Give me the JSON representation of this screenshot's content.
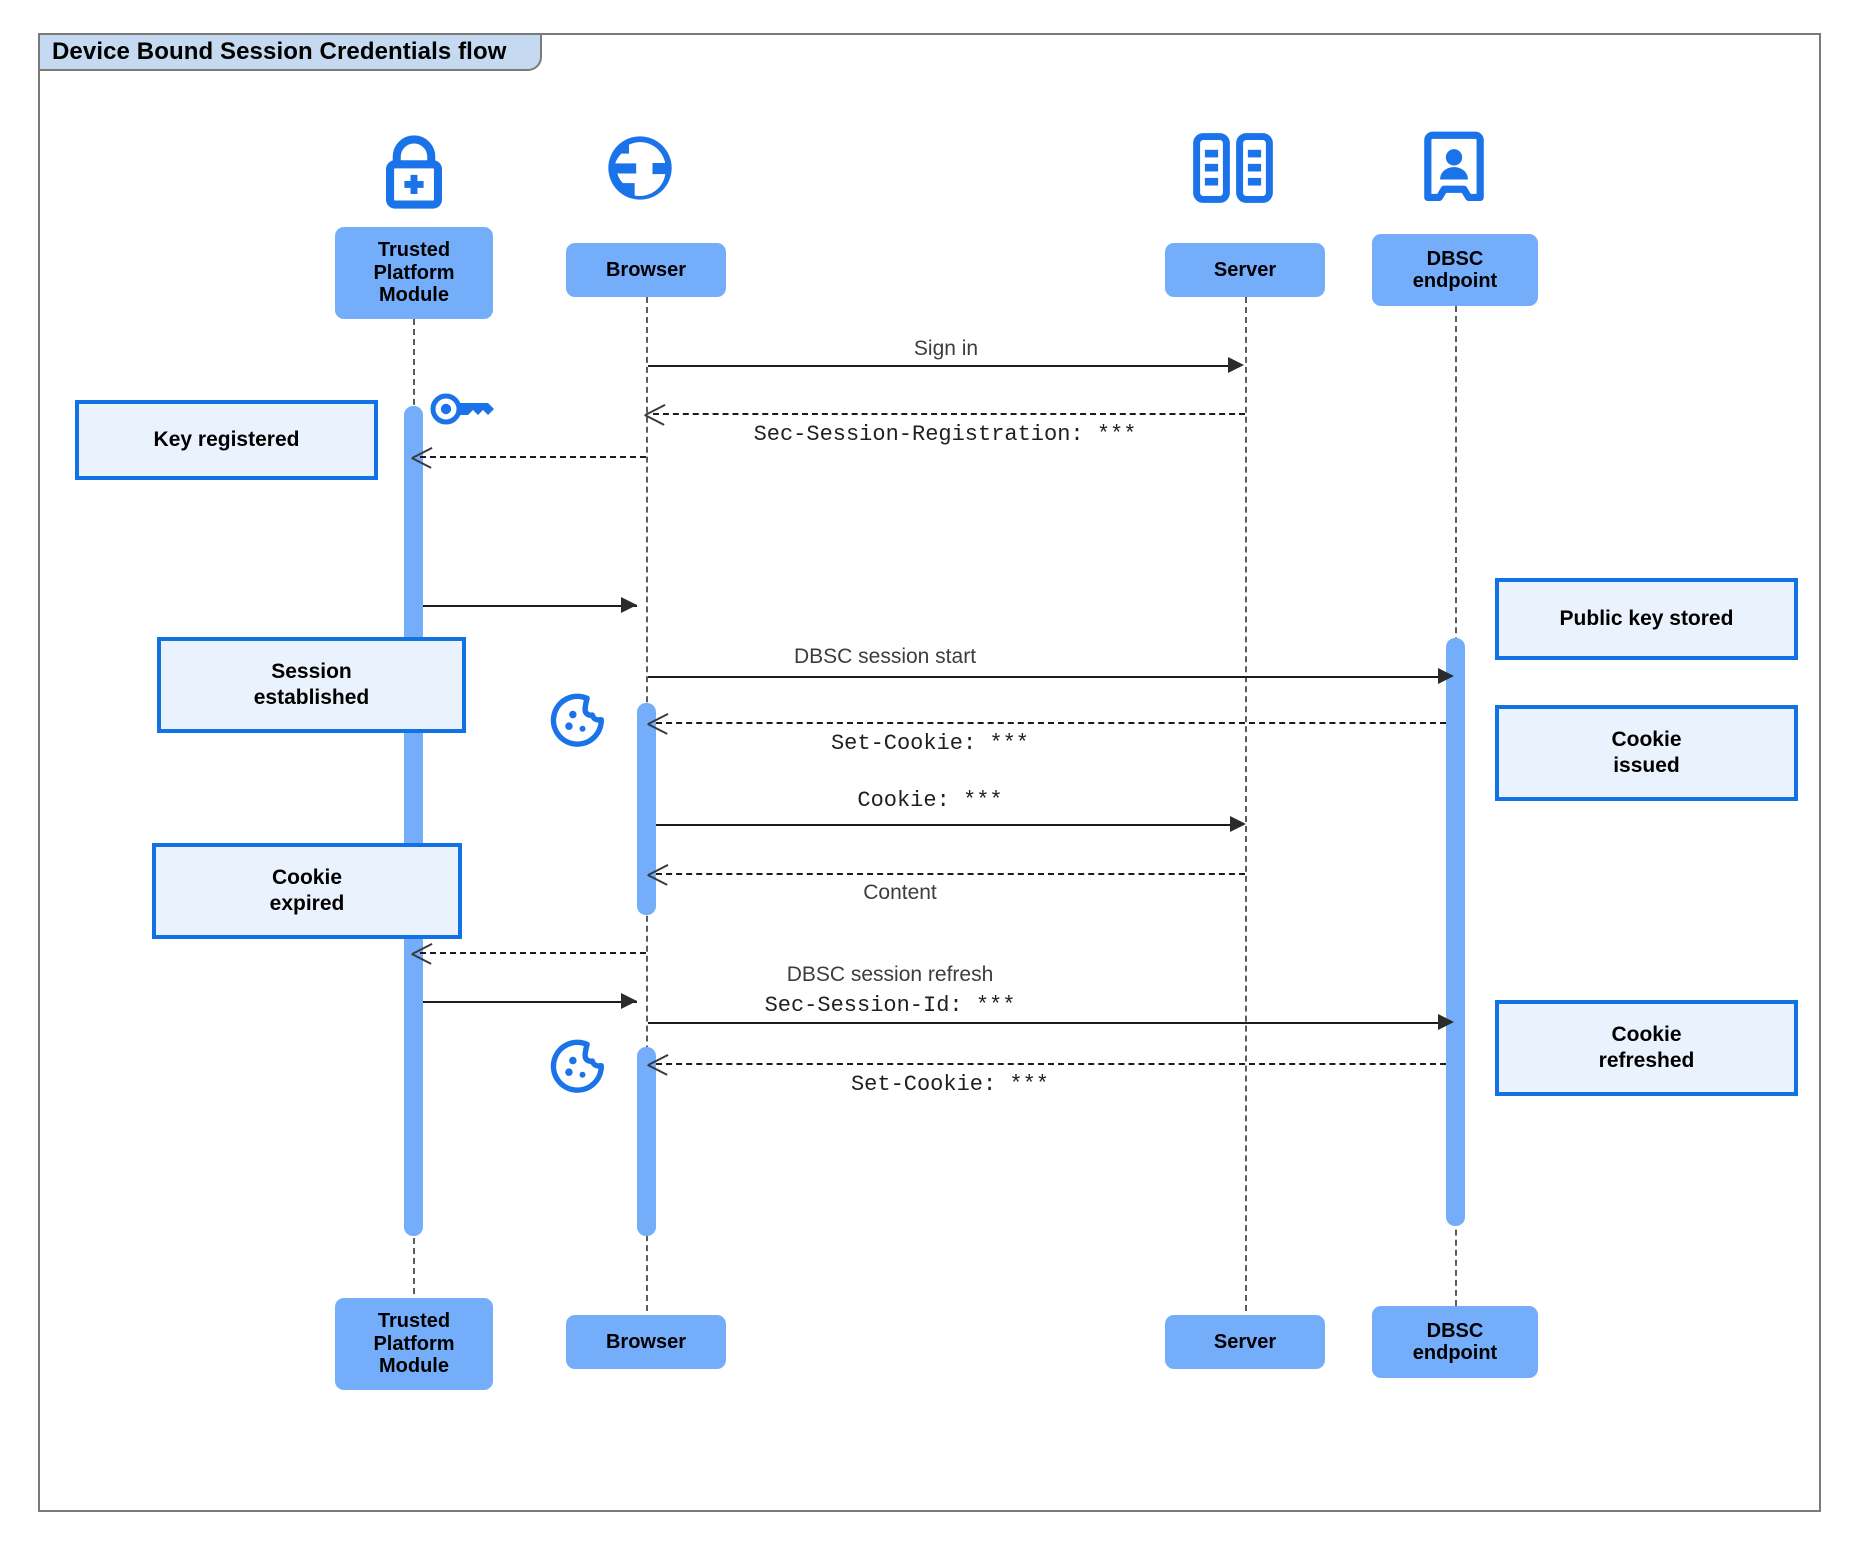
{
  "diagram": {
    "title": "Device Bound Session Credentials flow",
    "type": "sequence-diagram",
    "colors": {
      "frame_border": "#7a7a7a",
      "title_bg": "#c5d9f1",
      "participant_bg": "#74aefb",
      "activation_bg": "#74aefb",
      "note_bg": "#eaf2fd",
      "note_border": "#1272e4",
      "icon_blue": "#1a73e8",
      "line": "#1c1c1c"
    }
  },
  "participants": [
    {
      "id": "tpm",
      "label": "Trusted\nPlatform\nModule",
      "icon": "padlock-plus-icon"
    },
    {
      "id": "browser",
      "label": "Browser",
      "icon": "globe-icon"
    },
    {
      "id": "server",
      "label": "Server",
      "icon": "server-rack-icon"
    },
    {
      "id": "dbsc",
      "label": "DBSC\nendpoint",
      "icon": "id-badge-icon"
    }
  ],
  "messages": [
    {
      "id": "m1",
      "label": "Sign in",
      "style": "sans",
      "from": "browser",
      "to": "server",
      "line": "solid"
    },
    {
      "id": "m2",
      "label": "Sec-Session-Registration: ***",
      "style": "mono",
      "from": "server",
      "to": "browser",
      "line": "dashed"
    },
    {
      "id": "m3",
      "label": "",
      "style": "sans",
      "from": "server",
      "to": "tpm",
      "line": "dashed"
    },
    {
      "id": "m4",
      "label": "",
      "style": "sans",
      "from": "tpm",
      "to": "browser",
      "line": "solid"
    },
    {
      "id": "m5",
      "label": "DBSC session start",
      "style": "sans",
      "from": "browser",
      "to": "dbsc",
      "line": "solid"
    },
    {
      "id": "m6",
      "label": "Set-Cookie: ***",
      "style": "mono",
      "from": "dbsc",
      "to": "browser",
      "line": "dashed"
    },
    {
      "id": "m7",
      "label": "Cookie: ***",
      "style": "mono",
      "from": "browser",
      "to": "server",
      "line": "solid"
    },
    {
      "id": "m8",
      "label": "Content",
      "style": "sans",
      "from": "server",
      "to": "browser",
      "line": "dashed"
    },
    {
      "id": "m9",
      "label": "",
      "style": "sans",
      "from": "browser",
      "to": "tpm",
      "line": "dashed"
    },
    {
      "id": "m10",
      "label": "",
      "style": "sans",
      "from": "tpm",
      "to": "browser",
      "line": "solid"
    },
    {
      "id": "m11",
      "label_line1": "DBSC session refresh",
      "label_line2": "Sec-Session-Id: ***",
      "style": "mixed",
      "from": "browser",
      "to": "dbsc",
      "line": "solid"
    },
    {
      "id": "m12",
      "label": "Set-Cookie: ***",
      "style": "mono",
      "from": "dbsc",
      "to": "browser",
      "line": "dashed"
    }
  ],
  "notes": [
    {
      "id": "n1",
      "text": "Key registered",
      "side": "left",
      "attached_to": "tpm"
    },
    {
      "id": "n2",
      "text": "Session\nestablished",
      "side": "left",
      "attached_to": "tpm"
    },
    {
      "id": "n3",
      "text": "Cookie\nexpired",
      "side": "left",
      "attached_to": "tpm"
    },
    {
      "id": "n4",
      "text": "Public key stored",
      "side": "right",
      "attached_to": "dbsc"
    },
    {
      "id": "n5",
      "text": "Cookie\nissued",
      "side": "right",
      "attached_to": "dbsc"
    },
    {
      "id": "n6",
      "text": "Cookie\nrefreshed",
      "side": "right",
      "attached_to": "dbsc"
    }
  ],
  "inline_icons": [
    {
      "id": "key",
      "name": "key-icon",
      "near": "tpm"
    },
    {
      "id": "c1",
      "name": "cookie-icon",
      "near": "browser"
    },
    {
      "id": "c2",
      "name": "cookie-icon",
      "near": "browser"
    }
  ]
}
